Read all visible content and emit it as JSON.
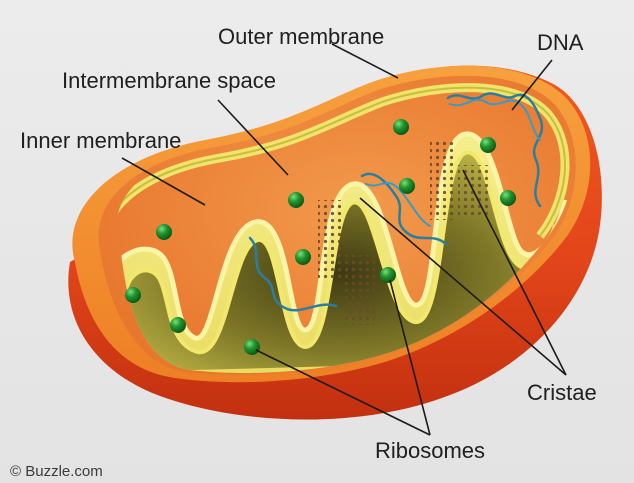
{
  "labels": {
    "outer_membrane": "Outer membrane",
    "intermembrane_space": "Intermembrane space",
    "inner_membrane": "Inner membrane",
    "dna": "DNA",
    "cristae": "Cristae",
    "ribosomes": "Ribosomes"
  },
  "credit": "© Buzzle.com",
  "colors": {
    "background": "#e9e9e9",
    "outer_shell": "#e2481c",
    "outer_rim": "#f27a1a",
    "intermembrane": "#ee8a3a",
    "inner_membrane": "#f1ea7a",
    "matrix": "#c9c046",
    "matrix_dark": "#6b6420",
    "ribosome": "#1f8a2c",
    "dna": "#2a7fa0"
  }
}
